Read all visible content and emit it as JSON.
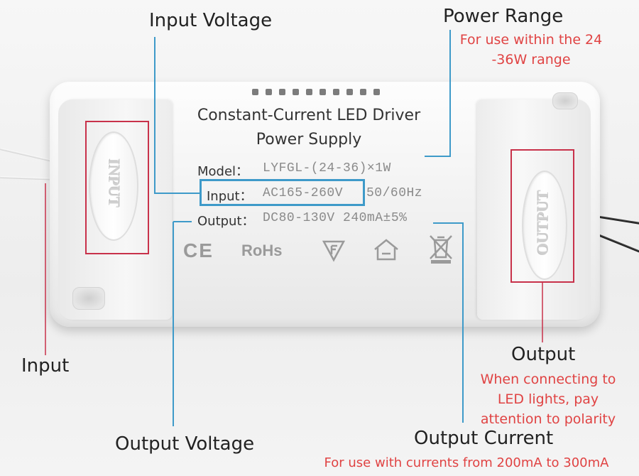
{
  "annotations": {
    "input_voltage": "Input Voltage",
    "power_range": "Power Range",
    "power_range_note_line1": "For use within the 24",
    "power_range_note_line2": "-36W range",
    "input": "Input",
    "output": "Output",
    "output_note_line1": "When connecting to",
    "output_note_line2": "LED lights, pay",
    "output_note_line3": "attention to polarity",
    "output_voltage": "Output Voltage",
    "output_current": "Output Current",
    "output_current_note": "For use with currents from 200mA to 300mA"
  },
  "label": {
    "title_line1": "Constant-Current LED Driver",
    "title_line2": "Power Supply",
    "model_key": "Model：",
    "model_value": "LYFGL-(24-36)×1W",
    "input_key": "Input：",
    "input_value": "AC165-260V",
    "input_freq": "50/60Hz",
    "output_key": "Output：",
    "output_value": "DC80-130V 240mA±5%"
  },
  "certifications": {
    "ce": "CE",
    "rohs": "RoHs"
  },
  "embossed": {
    "left": "INPUT",
    "right": "OUTPUT"
  },
  "colors": {
    "annotation_red": "#e04343",
    "box_red": "#c8314a",
    "box_blue": "#3e9ac9"
  }
}
